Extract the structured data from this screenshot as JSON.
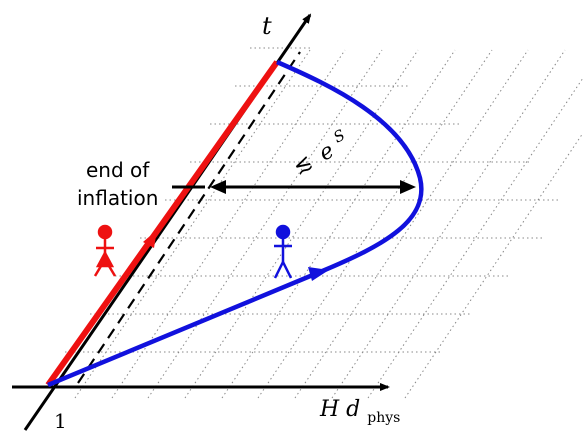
{
  "axes": {
    "time_label": "t",
    "space_label_main": "H d",
    "space_label_sub": "phys",
    "origin_tick_label": "1"
  },
  "annotations": {
    "end_of_inflation_line1": "end of",
    "end_of_inflation_line2": "inflation",
    "distance_prefix": "≲",
    "distance_base": "e",
    "distance_exponent": "S"
  },
  "colors": {
    "red_worldline": "#ee1111",
    "blue_worldline": "#1111dd",
    "axes": "#000000",
    "grid": "#888888",
    "red_figure": "#ee1111",
    "blue_figure": "#1111dd"
  },
  "icons": {
    "red_observer": "female-stick-figure-icon",
    "blue_observer": "male-stick-figure-icon"
  }
}
